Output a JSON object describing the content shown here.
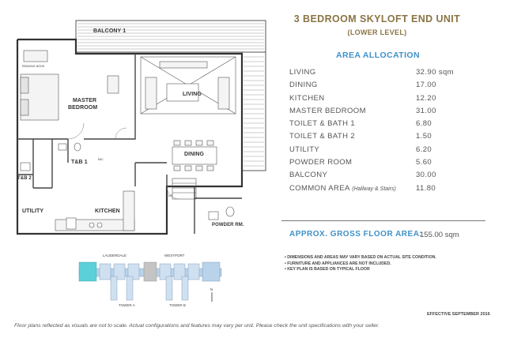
{
  "header": {
    "title": "3 BEDROOM SKYLOFT END UNIT",
    "subtitle": "(LOWER LEVEL)",
    "area_heading": "AREA ALLOCATION"
  },
  "plan_labels": {
    "balcony": "BALCONY 1",
    "reading_nook": "READING NOOK",
    "master_bedroom_1": "MASTER",
    "master_bedroom_2": "BEDROOM",
    "living": "LIVING",
    "dining": "DINING",
    "tb1": "T&B 1",
    "tb2": "T&B 2",
    "utility": "UTILITY",
    "kitchen": "KITCHEN",
    "powder_room": "POWDER RM.",
    "up": "UP",
    "mic": "MIC"
  },
  "area_allocation": [
    {
      "label": "LIVING",
      "note": "",
      "value": "32.90 sqm"
    },
    {
      "label": "DINING",
      "note": "",
      "value": "17.00"
    },
    {
      "label": "KITCHEN",
      "note": "",
      "value": "12.20"
    },
    {
      "label": "MASTER BEDROOM",
      "note": "",
      "value": "31.00"
    },
    {
      "label": "TOILET & BATH 1",
      "note": "",
      "value": "6.80"
    },
    {
      "label": "TOILET & BATH 2",
      "note": "",
      "value": "1.50"
    },
    {
      "label": "UTILITY",
      "note": "",
      "value": "6.20"
    },
    {
      "label": "POWDER ROOM",
      "note": "",
      "value": "5.60"
    },
    {
      "label": "BALCONY",
      "note": "",
      "value": "30.00"
    },
    {
      "label": "COMMON AREA",
      "note": "(Hallway & Stairs)",
      "value": "11.80"
    }
  ],
  "gross": {
    "label": "APPROX. GROSS FLOOR AREA:",
    "value": "155.00 sqm"
  },
  "notes": [
    "• DIMENSIONS AND AREAS MAY VARY BASED ON ACTUAL SITE CONDITION.",
    "• FURNITURE AND APPLIANCES ARE NOT INCLUDED.",
    "• KEY PLAN IS BASED ON TYPICAL FLOOR"
  ],
  "key_plan": {
    "lauderdale": "LAUDERDALE",
    "westport": "WESTPORT",
    "tower_a": "TOWER A",
    "tower_b": "TOWER B",
    "north": "N"
  },
  "effective": "EFFECTIVE SEPTEMBER 2016",
  "footer": "Floor plans reflected as visuals are not to scale. Actual configurations and features may vary per unit. Please check the unit specifications with your seller.",
  "colors": {
    "title": "#8a7444",
    "accent_blue": "#3e92c7",
    "key_plan_highlight": "#5bd0d8",
    "key_plan_base": "#b9d3ea"
  }
}
